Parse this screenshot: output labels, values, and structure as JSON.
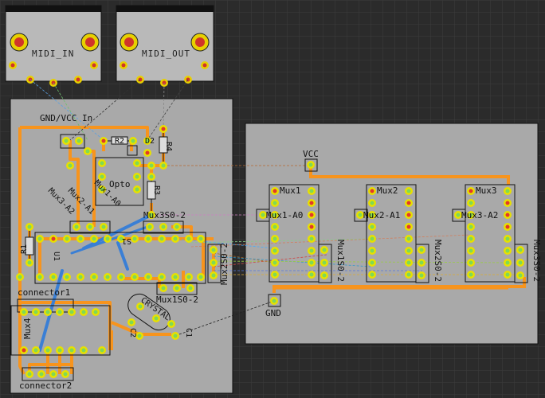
{
  "midi": {
    "in_label": "MIDI_IN",
    "out_label": "MIDI_OUT"
  },
  "board": {
    "gnd_vcc_in": "GND/VCC In",
    "d2": "D2",
    "r2": "R2",
    "r3": "R3",
    "r4": "R4",
    "opto": "Opto",
    "mux1_a0": "Mux1-A0",
    "mux2_a1": "Mux2-A1",
    "mux3_a2": "Mux3-A2",
    "mux3s0_2": "Mux3S0-2",
    "mux2s0_2": "Mux2S0-2",
    "mux1s0_2": "Mux1S0-2",
    "r1": "R1",
    "u1": "U1",
    "s1": "S1",
    "connector1": "connector1",
    "connector2": "connector2",
    "mux4": "Mux4",
    "crystal": "CRYSTAL",
    "c1": "C1",
    "c2": "C2"
  },
  "breakout": {
    "vcc": "VCC",
    "gnd": "GND",
    "mux1": "Mux1",
    "mux2": "Mux2",
    "mux3": "Mux3",
    "mux1_a0": "Mux1-A0",
    "mux2_a1": "Mux2-A1",
    "mux3_a2": "Mux3-A2",
    "mux1s0_2": "Mux1S0-2",
    "mux2s0_2": "Mux2S0-2",
    "mux3s0_2": "Mux3S0-2"
  },
  "colors": {
    "background": "#2b2b2b",
    "pcb": "#a8a8a8",
    "trace": "#f7941d",
    "jumper": "#3a7fd5",
    "pad_ring": "#e8e000",
    "pad_center_green": "#7ed957",
    "pad_center_red": "#e2372b"
  }
}
